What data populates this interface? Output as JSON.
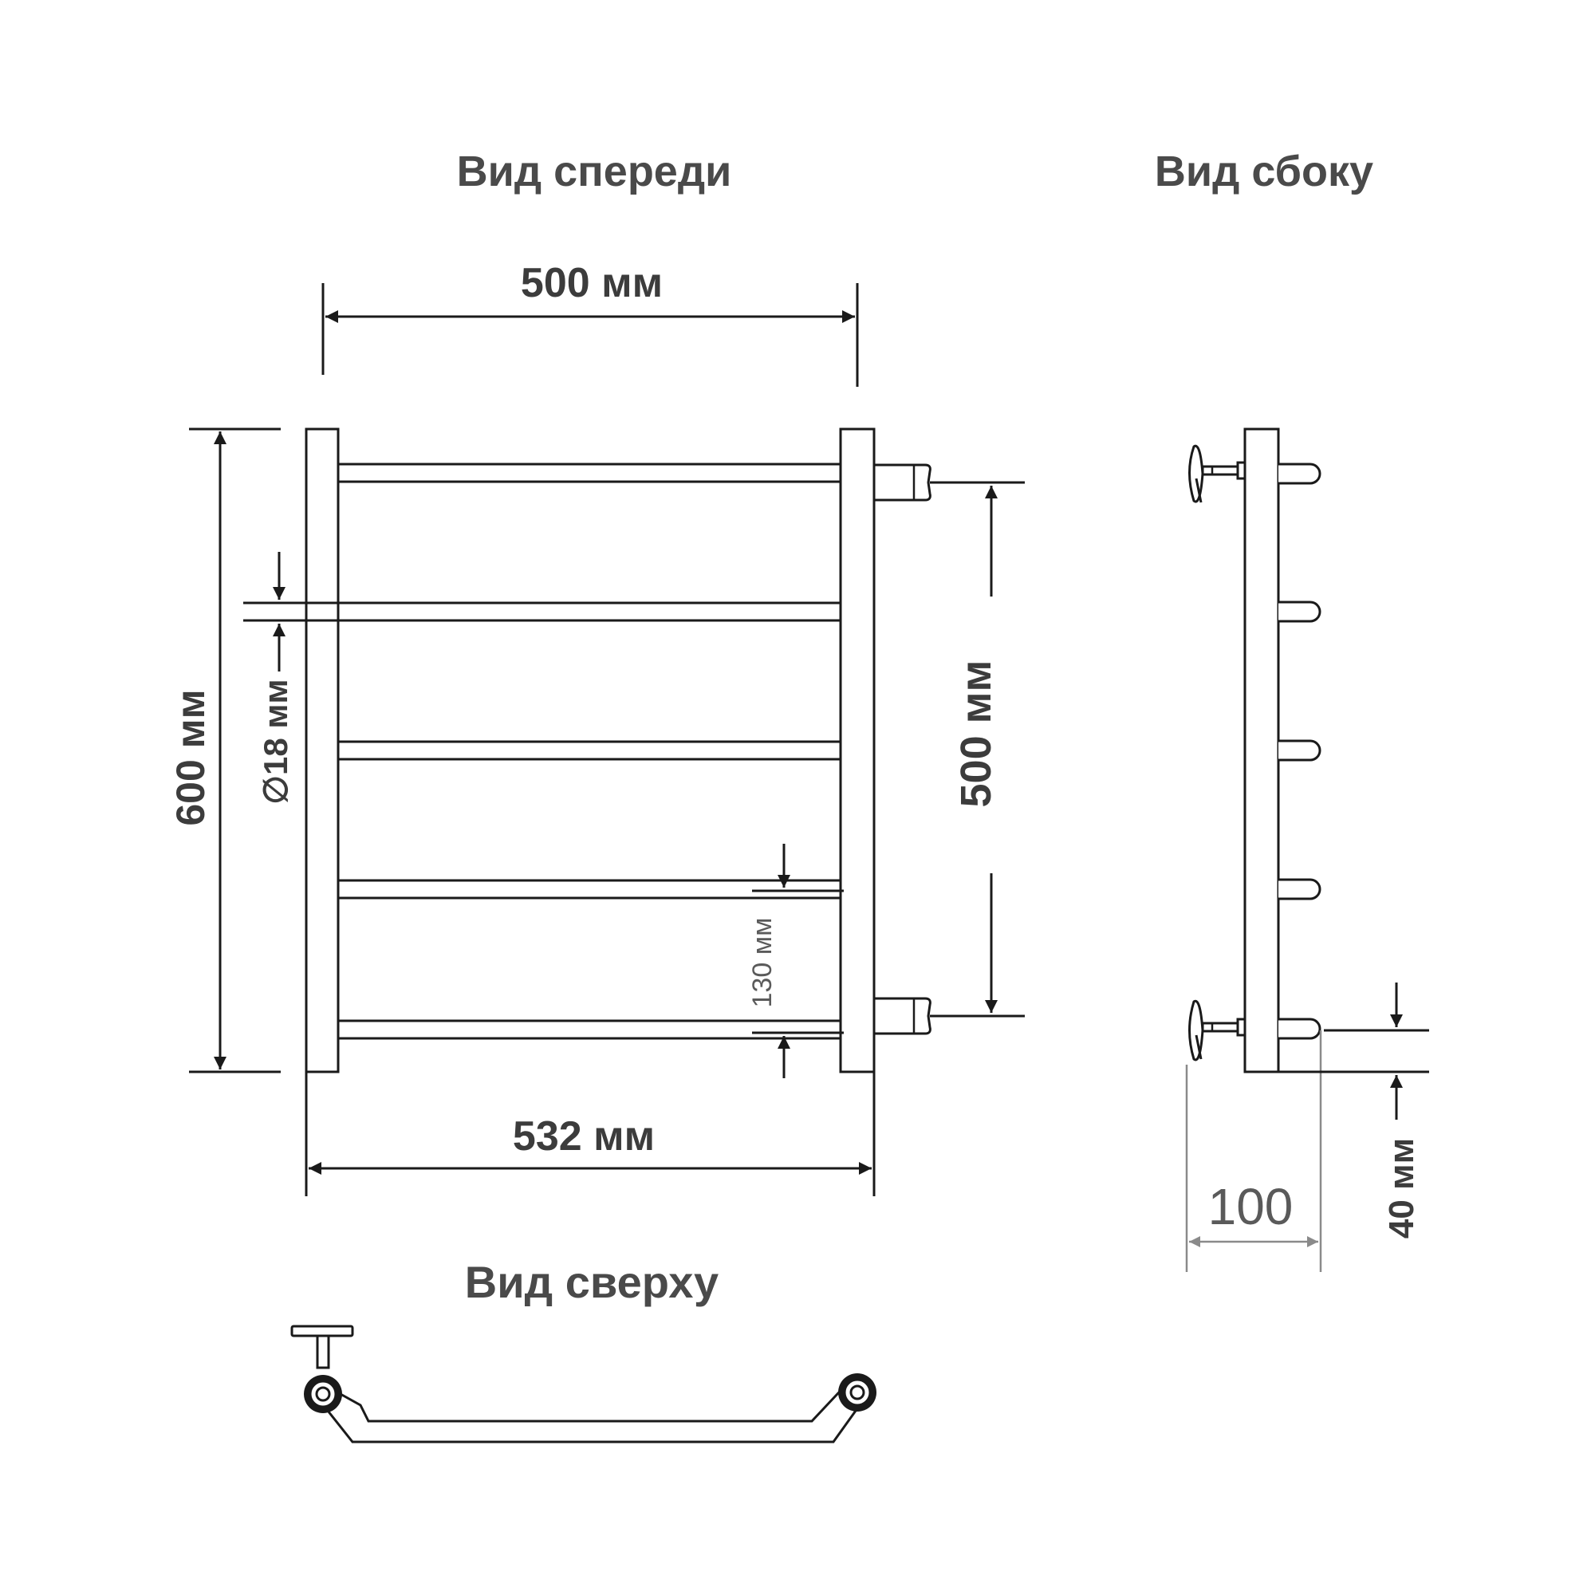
{
  "views": {
    "front_title": "Вид спереди",
    "side_title": "Вид сбоку",
    "top_title": "Вид сверху"
  },
  "dimensions": {
    "top_width": "500 мм",
    "total_height": "600 мм",
    "pipe_diameter": "∅18 мм",
    "connection_distance": "500 мм",
    "rung_spacing": "130 мм",
    "total_width": "532 мм",
    "wall_distance": "100",
    "bottom_offset": "40 мм"
  },
  "colors": {
    "line": "#1a1a1a",
    "text": "#4a4a4a",
    "dimension_gray": "#8a8a8a"
  }
}
